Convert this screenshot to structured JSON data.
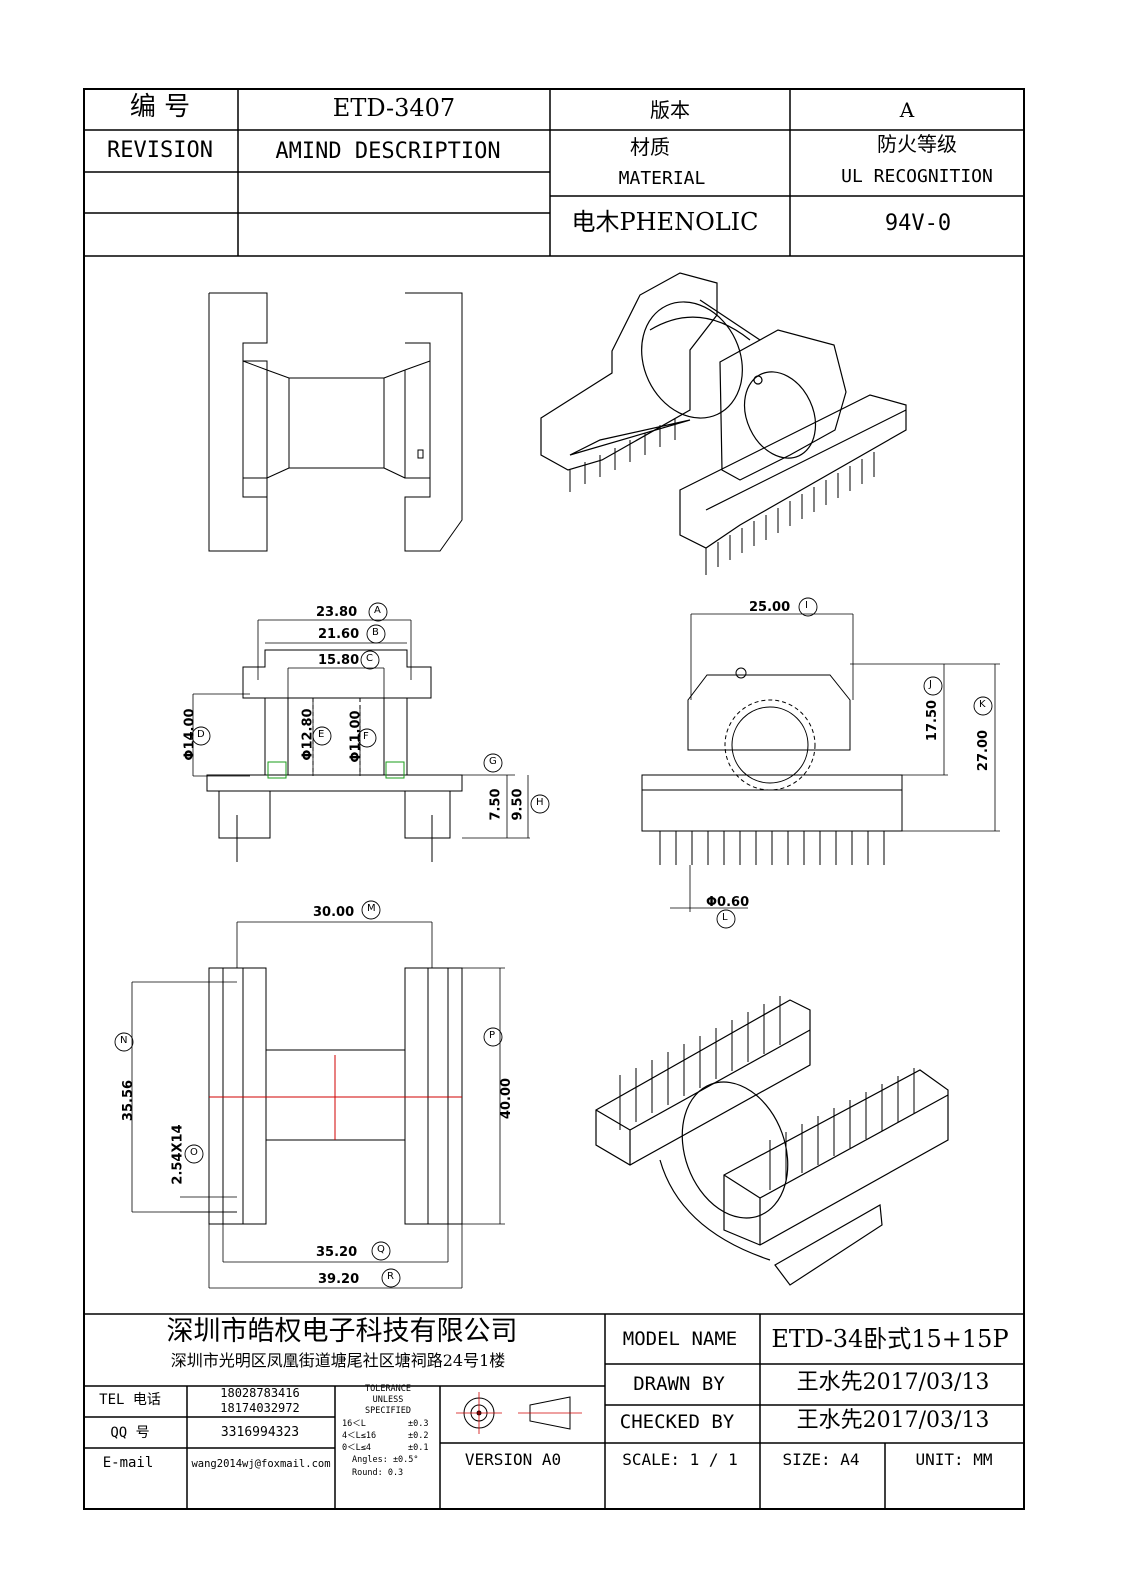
{
  "header": {
    "number_label": "编  号",
    "part_number": "ETD-3407",
    "version_label": "版本",
    "version_value": "A",
    "revision_label": "REVISION",
    "description_label": "AMIND DESCRIPTION",
    "material_cn": "材质",
    "material_en": "MATERIAL",
    "ul_cn": "防火等级",
    "ul_en": "UL RECOGNITION",
    "material_value": "电木PHENOLIC",
    "ul_value": "94V-0"
  },
  "dimensions": {
    "A": {
      "value": "23.80",
      "tag": "A"
    },
    "B": {
      "value": "21.60",
      "tag": "B"
    },
    "C": {
      "value": "15.80",
      "tag": "C"
    },
    "D": {
      "value": "Φ14.00",
      "tag": "D"
    },
    "E": {
      "value": "Φ12.80",
      "tag": "E"
    },
    "F": {
      "value": "Φ11.00",
      "tag": "F"
    },
    "G": {
      "value": "",
      "tag": "G"
    },
    "G2": {
      "value": "7.50"
    },
    "H": {
      "value": "9.50",
      "tag": "H"
    },
    "I": {
      "value": "25.00",
      "tag": "I"
    },
    "J": {
      "value": "17.50",
      "tag": "J"
    },
    "K": {
      "value": "27.00",
      "tag": "K"
    },
    "L": {
      "value": "Φ0.60",
      "tag": "L"
    },
    "M": {
      "value": "30.00",
      "tag": "M"
    },
    "N": {
      "value": "35.56",
      "tag": "N"
    },
    "O": {
      "value": "2.54X14",
      "tag": "O"
    },
    "P": {
      "value": "40.00",
      "tag": "P"
    },
    "Q": {
      "value": "35.20",
      "tag": "Q"
    },
    "R": {
      "value": "39.20",
      "tag": "R"
    }
  },
  "title_block": {
    "company": "深圳市皓权电子科技有限公司",
    "address": "深圳市光明区凤凰街道塘尾社区塘祠路24号1楼",
    "tel_label": "TEL 电话",
    "tel_1": "18028783416",
    "tel_2": "18174032972",
    "qq_label": "QQ  号",
    "qq_value": "3316994323",
    "email_label": "E-mail",
    "email_value": "wang2014wj@foxmail.com",
    "tolerance": {
      "title_1": "TOLERANCE",
      "title_2": "UNLESS",
      "title_3": "SPECIFIED",
      "r1_label": "16＜L",
      "r1_val": "±0.3",
      "r2_label": "4＜L≤16",
      "r2_val": "±0.2",
      "r3_label": "0＜L≤4",
      "r3_val": "±0.1",
      "angles": "Angles: ±0.5°",
      "round": "Round: 0.3"
    },
    "version": "VERSION A0",
    "model_label": "MODEL NAME",
    "model_value": "ETD-34卧式15+15P",
    "drawn_label": "DRAWN BY",
    "drawn_value": "王水先2017/03/13",
    "checked_label": "CHECKED BY",
    "checked_value": "王水先2017/03/13",
    "scale": "SCALE:  1 / 1",
    "size": "SIZE:  A4",
    "unit": "UNIT:  MM"
  }
}
